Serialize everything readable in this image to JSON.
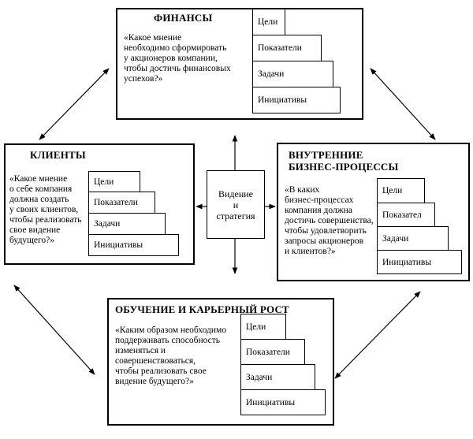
{
  "center": {
    "label": "Видение\nи\nстратегия"
  },
  "finance": {
    "title": "ФИНАНСЫ",
    "question": "«Какое мнение\n необходимо сформировать\n у акционеров компании,\n чтобы достичь финансовых\n успехов?»",
    "steps": [
      "Цели",
      "Показатели",
      "Задачи",
      "Инициативы"
    ]
  },
  "clients": {
    "title": "КЛИЕНТЫ",
    "question": "«Какое мнение\n о себе компания\n должна создать\n у своих клиентов,\n чтобы реализовать\n свое видение\n будущего?»",
    "steps": [
      "Цели",
      "Показатели",
      "Задачи",
      "Инициативы"
    ]
  },
  "processes": {
    "title": "ВНУТРЕННИЕ\nБИЗНЕС-ПРОЦЕССЫ",
    "question": "«В каких\nбизнес-процессах\nкомпания должна\nдостичь совершенства,\nчтобы удовлетворить\nзапросы акционеров\nи клиентов?»",
    "steps": [
      "Цели",
      "Показател",
      "Задачи",
      "Инициативы"
    ]
  },
  "learning": {
    "title": "ОБУЧЕНИЕ И КАРЬЕРНЫЙ РОСТ",
    "question": "«Каким образом необходимо\n поддерживать способность\nизменяться и\nсовершенствоваться,\nчтобы реализовать свое\nвидение будущего?»",
    "steps": [
      "Цели",
      "Показатели",
      "Задачи",
      "Инициативы"
    ]
  }
}
